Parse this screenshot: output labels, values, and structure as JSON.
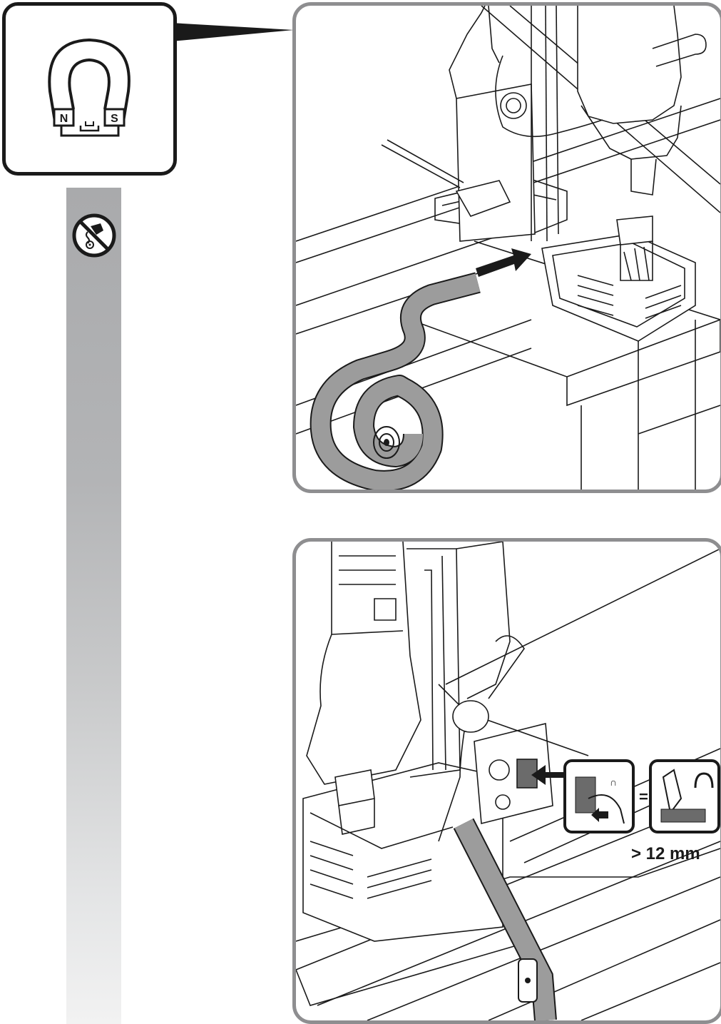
{
  "magnet_icon": {
    "pole_north": "N",
    "pole_south": "S",
    "icon": "horseshoe-magnet-icon"
  },
  "warning_icon": {
    "icon": "no-electric-shock-prohibition-icon"
  },
  "illustration_top": {
    "icon": "magnetic-drill-with-ground-strip-illustration"
  },
  "illustration_bottom": {
    "icon": "magnetic-drill-with-safety-strap-illustration",
    "thickness_label": "> 12 mm",
    "inset_switch_icon": "magnet-switch-press-icon",
    "inset_equals": "=",
    "inset_magnet_on_icon": "magnet-on-icon"
  },
  "colors": {
    "sidebar": "#b3b4b6",
    "frame_border": "#8e8e90",
    "callout_border": "#1a1a1a",
    "strip_fill": "#9c9c9c"
  }
}
